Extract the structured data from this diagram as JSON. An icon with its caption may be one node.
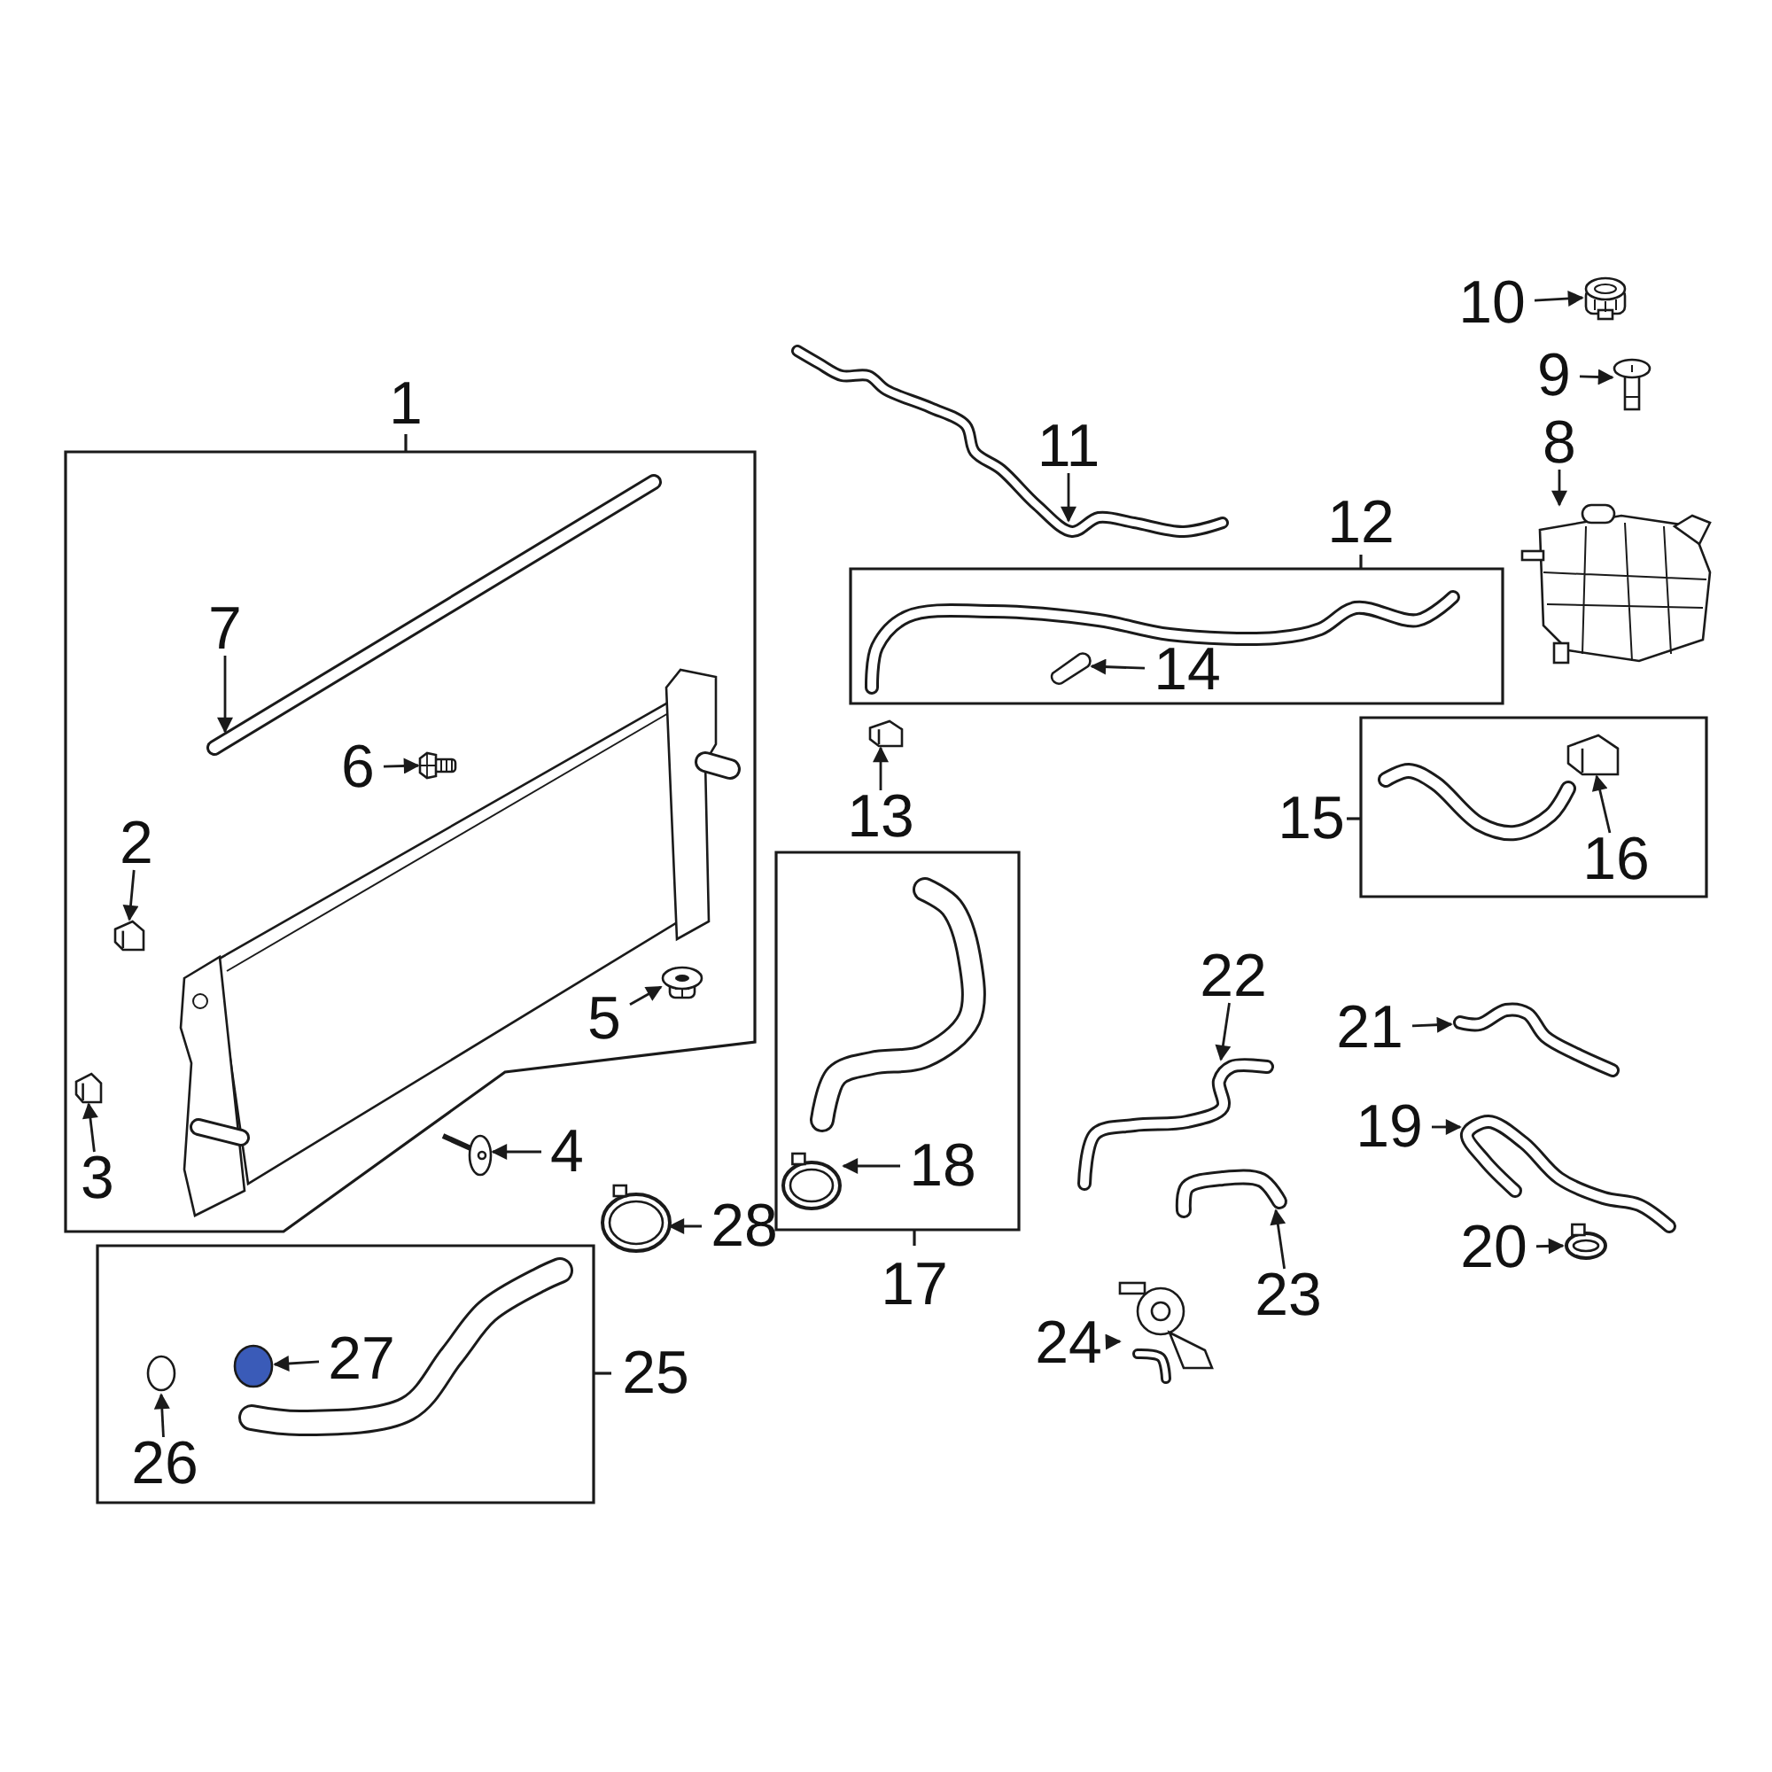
{
  "diagram": {
    "nodes": [
      {
        "text": [
          "1"
        ]
      },
      {
        "text": [],
        "shape": "picture",
        "in": 0
      },
      {
        "text": [
          "7"
        ],
        "in": 1
      },
      {
        "text": [
          "6"
        ],
        "in": 0
      },
      {
        "text": [],
        "shape": "picture",
        "in": 0
      },
      {
        "text": [
          "2"
        ],
        "in": 0
      },
      {
        "text": [],
        "shape": "picture",
        "in": 0
      },
      {
        "text": [
          "5"
        ],
        "in": 0
      },
      {
        "text": [],
        "shape": "picture",
        "in": 0
      },
      {
        "text": [
          "3"
        ],
        "in": 0
      },
      {
        "text": [],
        "shape": "picture",
        "in": 0
      },
      {
        "text": [
          "4"
        ]
      },
      {
        "text": [],
        "shape": "picture"
      },
      {
        "text": [
          "10"
        ]
      },
      {
        "text": [],
        "shape": "picture"
      },
      {
        "text": [
          "9"
        ]
      },
      {
        "text": [],
        "shape": "picture"
      },
      {
        "text": [
          "8"
        ]
      },
      {
        "text": [],
        "shape": "picture"
      },
      {
        "text": [],
        "shape": "picture"
      },
      {
        "text": [
          "11"
        ],
        "in": 19
      },
      {
        "text": [
          "12"
        ]
      },
      {
        "text": [
          "14"
        ],
        "in": 21
      },
      {
        "text": [],
        "shape": "picture",
        "in": 21
      },
      {
        "text": [
          "13"
        ]
      },
      {
        "text": [],
        "shape": "picture"
      },
      {
        "text": [
          "15"
        ]
      },
      {
        "text": [
          "16"
        ],
        "in": 26
      },
      {
        "text": [],
        "shape": "picture",
        "in": 26
      },
      {
        "text": [
          "17"
        ]
      },
      {
        "text": [
          "18"
        ],
        "in": 29
      },
      {
        "text": [],
        "shape": "picture",
        "in": 29
      },
      {
        "text": [
          "22"
        ]
      },
      {
        "text": [],
        "shape": "picture"
      },
      {
        "text": [
          "21"
        ]
      },
      {
        "text": [],
        "shape": "picture"
      },
      {
        "text": [
          "19"
        ]
      },
      {
        "text": [],
        "shape": "picture"
      },
      {
        "text": [
          "20"
        ]
      },
      {
        "text": [],
        "shape": "picture"
      },
      {
        "text": [
          "23"
        ]
      },
      {
        "text": [],
        "shape": "picture"
      },
      {
        "text": [
          "24"
        ]
      },
      {
        "text": [],
        "shape": "picture"
      },
      {
        "text": [
          "28"
        ]
      },
      {
        "text": [],
        "shape": "picture"
      },
      {
        "text": [
          "25"
        ]
      },
      {
        "text": [
          "27"
        ],
        "in": 46
      },
      {
        "text": [],
        "shape": "circle",
        "in": 46
      },
      {
        "text": [
          "26"
        ],
        "in": 46
      },
      {
        "text": [],
        "shape": "circle",
        "in": 46
      }
    ],
    "edges": [
      {
        "from": 2,
        "to": 1,
        "arrow": "to"
      },
      {
        "from": 3,
        "to": 4,
        "arrow": "to"
      },
      {
        "from": 5,
        "to": 6,
        "arrow": "to"
      },
      {
        "from": 7,
        "to": 8,
        "arrow": "to"
      },
      {
        "from": 9,
        "to": 10,
        "arrow": "to"
      },
      {
        "from": 11,
        "to": 12,
        "arrow": "to"
      },
      {
        "from": 13,
        "to": 14,
        "arrow": "to"
      },
      {
        "from": 15,
        "to": 16,
        "arrow": "to"
      },
      {
        "from": 17,
        "to": 18,
        "arrow": "to"
      },
      {
        "from": 20,
        "to": 19,
        "arrow": "to"
      },
      {
        "from": 22,
        "to": 23,
        "arrow": "to"
      },
      {
        "from": 24,
        "to": 25,
        "arrow": "to"
      },
      {
        "from": 27,
        "to": 28,
        "arrow": "to"
      },
      {
        "from": 30,
        "to": 31,
        "arrow": "to"
      },
      {
        "from": 32,
        "to": 33,
        "arrow": "to"
      },
      {
        "from": 34,
        "to": 35,
        "arrow": "to"
      },
      {
        "from": 36,
        "to": 37,
        "arrow": "to"
      },
      {
        "from": 38,
        "to": 39,
        "arrow": "to"
      },
      {
        "from": 40,
        "to": 41,
        "arrow": "to"
      },
      {
        "from": 42,
        "to": 43,
        "arrow": "to"
      },
      {
        "from": 44,
        "to": 45,
        "arrow": "to"
      },
      {
        "from": 47,
        "to": 50,
        "arrow": "to"
      },
      {
        "from": 49,
        "to": 48,
        "arrow": "to"
      }
    ]
  }
}
